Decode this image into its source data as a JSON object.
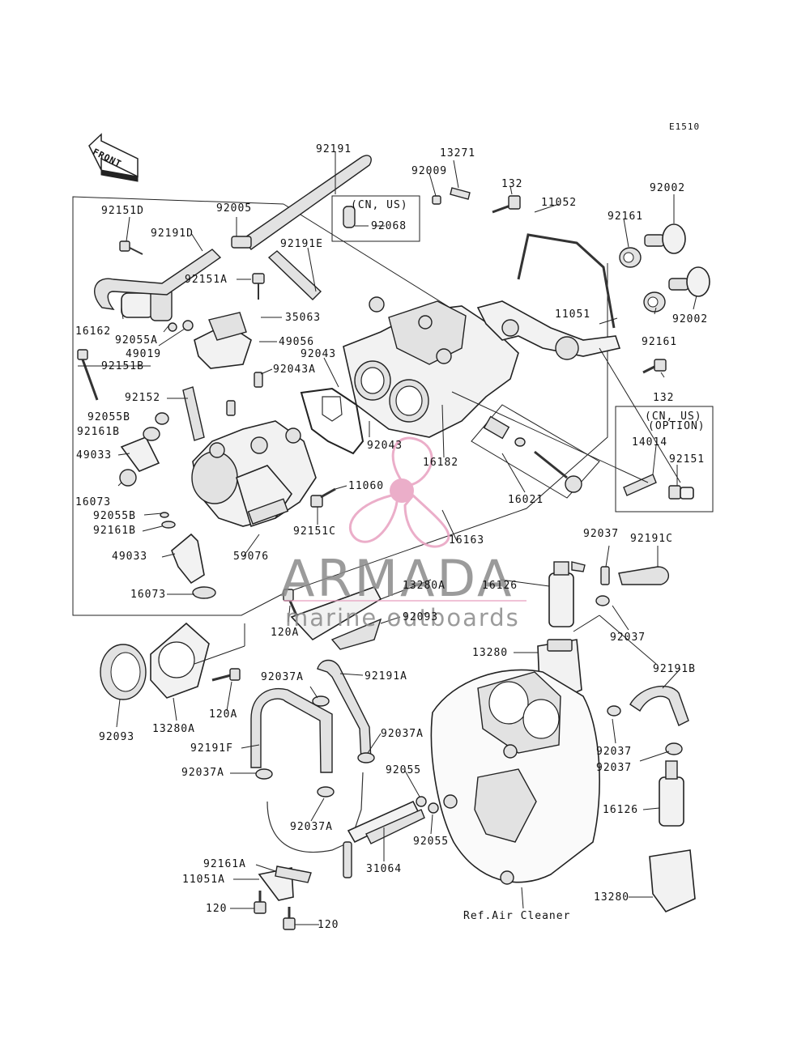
{
  "diagram_code": "E1510",
  "front_label": "FRONT",
  "notes": {
    "cn_us": "(CN, US)",
    "cn_us_option_1": "(CN, US)",
    "cn_us_option_2": "(OPTION)"
  },
  "reference_label": "Ref.Air Cleaner",
  "watermark": {
    "brand": "ARMADA",
    "tagline": "marine outboards",
    "accent_color": "#e8a0c0",
    "text_color": "#8a8a8a"
  },
  "labels": {
    "p92191": "92191",
    "p13271": "13271",
    "p92009": "92009",
    "p132a": "132",
    "p11052": "11052",
    "p92002a": "92002",
    "p92151D": "92151D",
    "p92005": "92005",
    "p92068": "92068",
    "p92161a": "92161",
    "p92191D": "92191D",
    "p92191E": "92191E",
    "p92151A": "92151A",
    "p35063": "35063",
    "p92002b": "92002",
    "p16162": "16162",
    "p92055A": "92055A",
    "p11051": "11051",
    "p49019": "49019",
    "p49056": "49056",
    "p92161b": "92161",
    "p92043a": "92043",
    "p92151B": "92151B",
    "p92043A": "92043A",
    "p132b": "132",
    "p92152": "92152",
    "p92055B": "92055B",
    "p92161B": "92161B",
    "p92043b": "92043",
    "p14014": "14014",
    "p49033a": "49033",
    "p16182": "16182",
    "p92151": "92151",
    "p16073a": "16073",
    "p11060": "11060",
    "p16021": "16021",
    "p92055Bb": "92055B",
    "p92161Bb": "92161B",
    "p92151C": "92151C",
    "p16163": "16163",
    "p92037a": "92037",
    "p92191C": "92191C",
    "p49033b": "49033",
    "p59076": "59076",
    "p13280A": "13280A",
    "p16126a": "16126",
    "p16073b": "16073",
    "p92093a": "92093",
    "p120A": "120A",
    "p92037b": "92037",
    "p13280a": "13280",
    "p92191B": "92191B",
    "p92037Aa": "92037A",
    "p92191A": "92191A",
    "p92093b": "92093",
    "p13280Ab": "13280A",
    "p120Ab": "120A",
    "p92191F": "92191F",
    "p92037Ab": "92037A",
    "p92037c": "92037",
    "p92037d": "92037",
    "p92037Ac": "92037A",
    "p92055a": "92055",
    "p16126b": "16126",
    "p92037Ad": "92037A",
    "p92055b": "92055",
    "p92161A": "92161A",
    "p31064": "31064",
    "p11051A": "11051A",
    "p13280b": "13280",
    "p120a": "120",
    "p120b": "120"
  }
}
